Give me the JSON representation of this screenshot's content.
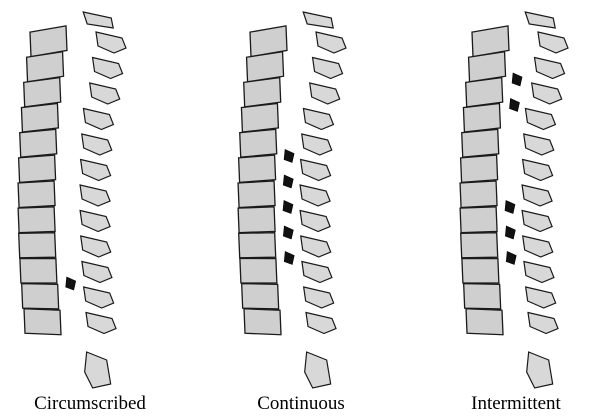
{
  "panels": [
    {
      "label": "Circumscribed",
      "ossification_levels": [
        10
      ]
    },
    {
      "label": "Continuous",
      "ossification_levels": [
        5,
        6,
        7,
        8,
        9
      ]
    },
    {
      "label": "Intermittent",
      "ossification_levels": [
        2,
        3,
        7,
        8,
        9
      ]
    }
  ]
}
